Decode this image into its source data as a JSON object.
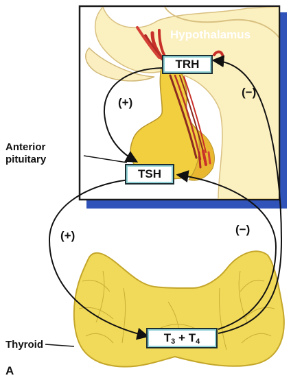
{
  "labels": {
    "hypothalamus": "Hypothalamus",
    "anterior_pituitary_line1": "Anterior",
    "anterior_pituitary_line2": "pituitary",
    "thyroid": "Thyroid",
    "panel": "A"
  },
  "hormones": {
    "trh": "TRH",
    "tsh": "TSH",
    "t": "T",
    "t3_sub": "3",
    "plus_sign": "+",
    "t4_sub": "4"
  },
  "feedback": {
    "plus_upper": "(+)",
    "minus_upper": "(−)",
    "plus_lower": "(+)",
    "minus_lower": "(−)"
  },
  "colors": {
    "frame_shadow": "#2f53b8",
    "gland_yellow": "#f2cf3e",
    "pale_tissue": "#fbf0c0",
    "vessel_red": "#c8302a",
    "thyroid_yellow": "#f1da5a"
  }
}
